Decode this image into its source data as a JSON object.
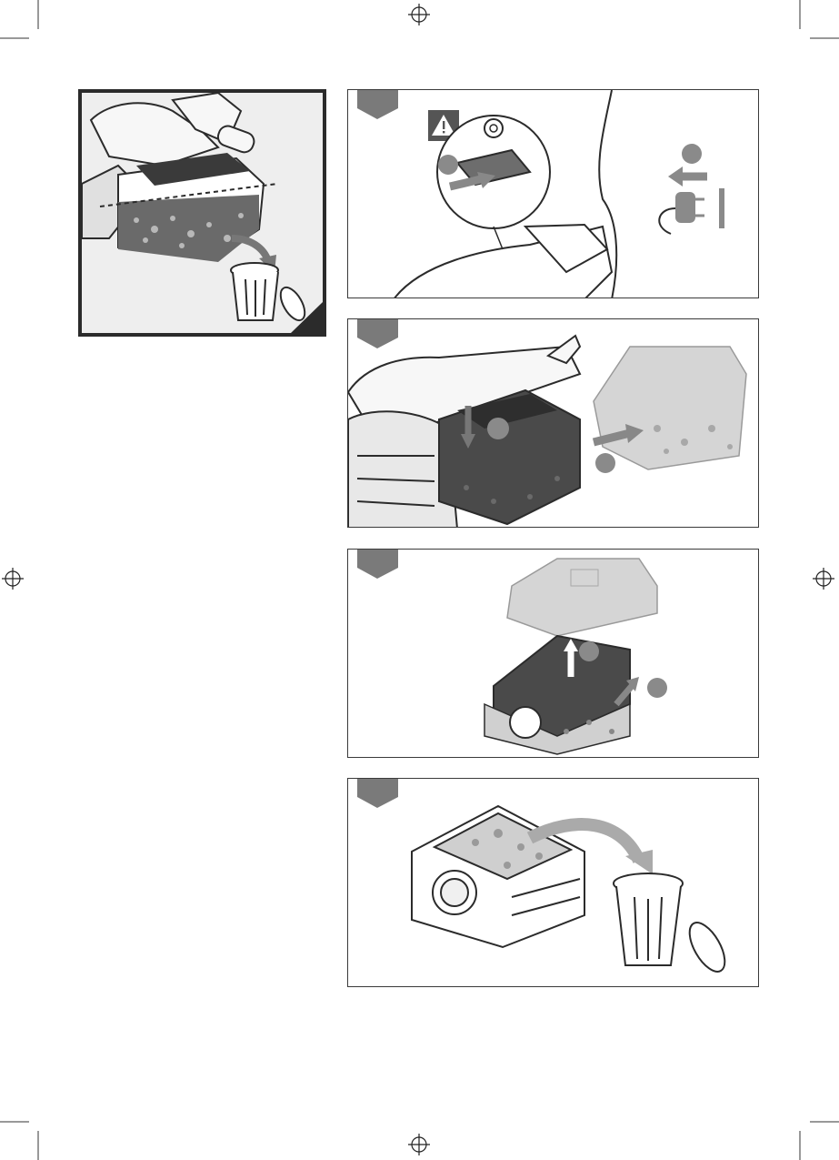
{
  "page": {
    "title": "",
    "colors": {
      "ink": "#2b2b2b",
      "mid_grey": "#7a7a7a",
      "light_grey": "#c8c8c8",
      "panel_bg": "#ffffff",
      "hero_bg": "#eeeeee"
    }
  },
  "panels": [
    {
      "name": "filter-overview",
      "icons": [
        "sander-icon",
        "dust-box-icon",
        "dashed-line-icon",
        "arrow-icon",
        "trash-can-icon"
      ]
    },
    {
      "name": "step-1",
      "icons": [
        "warning-triangle-icon",
        "lock-button-icon",
        "push-arrow-icon",
        "unplug-icon"
      ]
    },
    {
      "name": "step-2",
      "icons": [
        "sander-icon",
        "dust-box-icon",
        "press-down-arrow-icon",
        "slide-arrow-icon"
      ]
    },
    {
      "name": "step-3",
      "icons": [
        "dust-box-icon",
        "lid-icon",
        "lift-arrow-icon",
        "push-arrow-icon"
      ]
    },
    {
      "name": "step-4",
      "icons": [
        "filter-cassette-icon",
        "curved-arrow-icon",
        "trash-can-icon"
      ]
    }
  ]
}
